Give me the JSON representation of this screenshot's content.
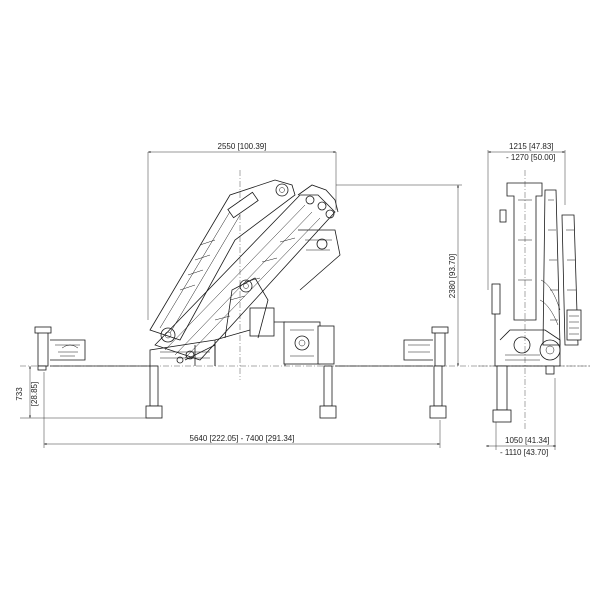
{
  "dimensions": {
    "boom_width": "2550  [100.39]",
    "total_height": "2380  [93.70]",
    "outrigger_span": "5640  [222.05]  -  7400  [291.34]",
    "leg_height_mm": "733",
    "leg_height_in": "[28.85]",
    "end_width_top_1": "1215   [47.83]",
    "end_width_top_2": "- 1270  [50.00]",
    "end_width_bottom_1": "1050   [41.34]",
    "end_width_bottom_2": "- 1110  [43.70]"
  },
  "colors": {
    "line": "#1a1a1a",
    "background": "#ffffff"
  }
}
